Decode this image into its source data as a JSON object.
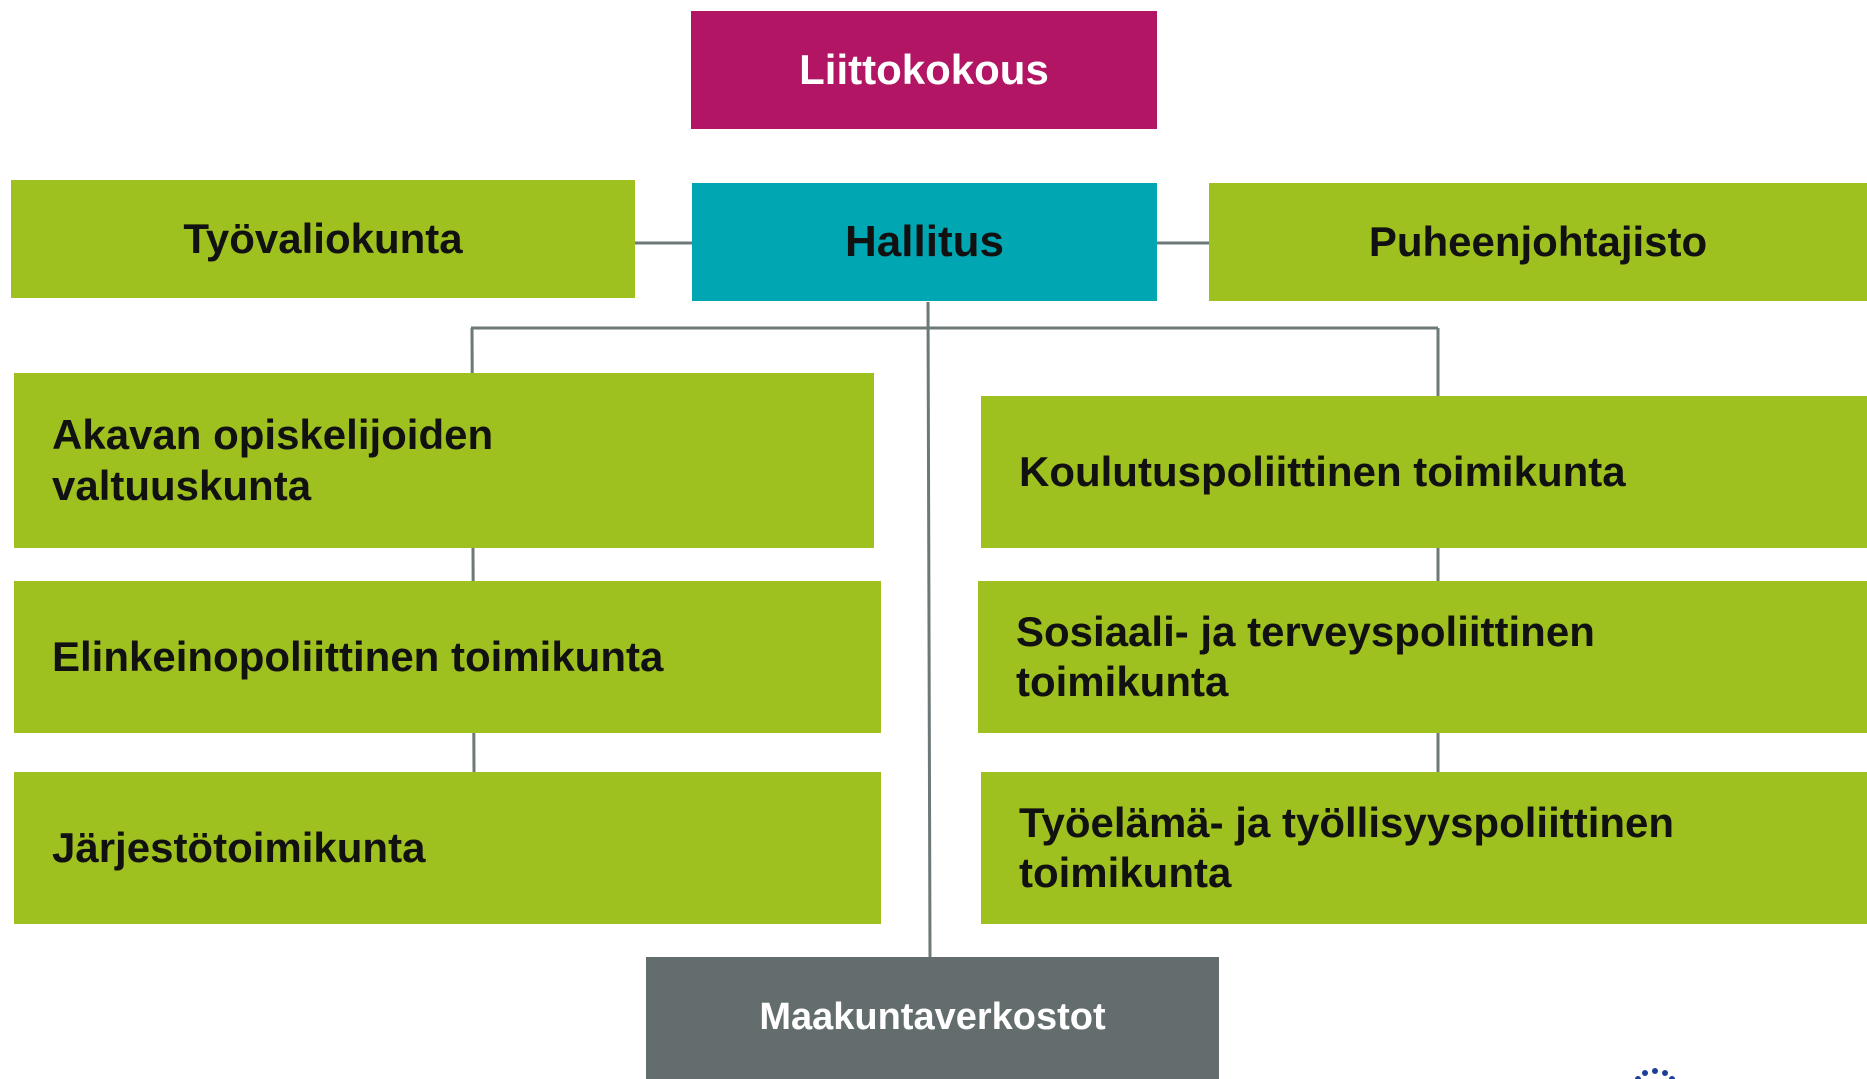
{
  "colors": {
    "top": "#b11564",
    "board": "#00a6b1",
    "committee": "#9fc11f",
    "network": "#646d6d",
    "connector": "#6d7878",
    "logo": "#1d3f95"
  },
  "org_chart": {
    "top": "Liittokokous",
    "board": "Hallitus",
    "left_side": "Työvaliokunta",
    "right_side": "Puheenjohtajisto",
    "left_committees": [
      "Akavan opiskelijoiden valtuuskunta",
      "Elinkeinopoliittinen toimikunta",
      "Järjestötoimikunta"
    ],
    "right_committees": [
      "Koulutuspoliittinen toimikunta",
      "Sosiaali- ja terveyspoliittinen toimikunta",
      "Työelämä- ja työllisyyspoliittinen toimikunta"
    ],
    "bottom": "Maakuntaverkostot"
  }
}
